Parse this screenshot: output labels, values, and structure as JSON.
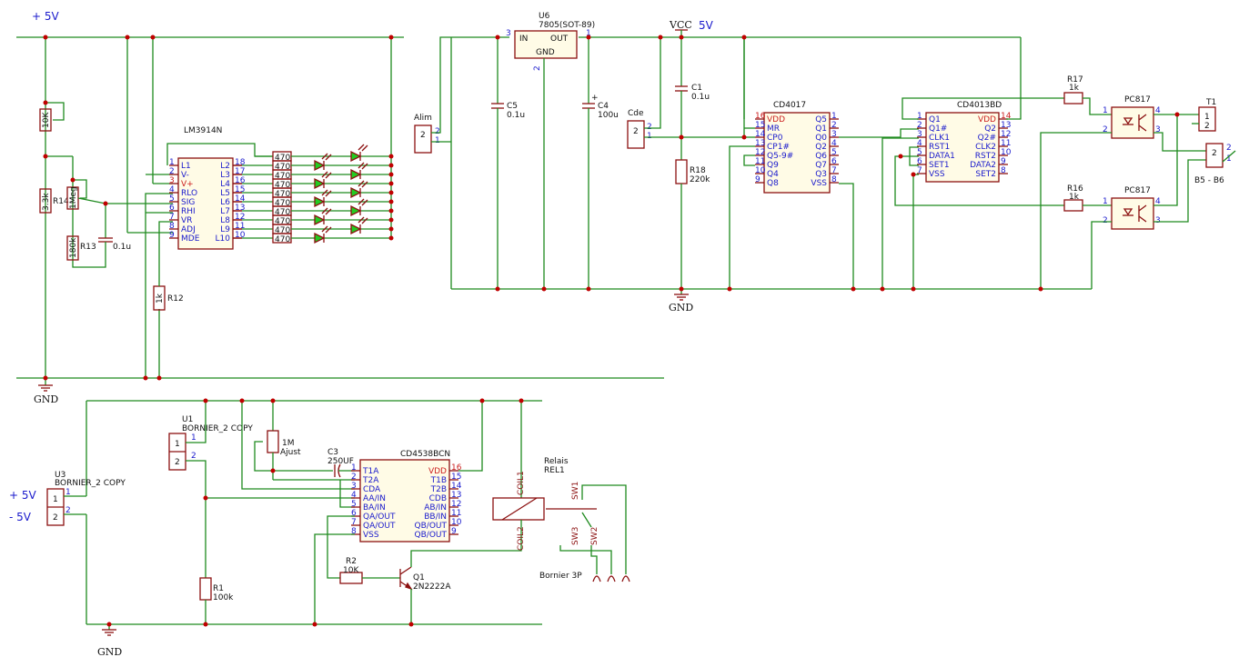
{
  "nets": {
    "plus5v": "+ 5V",
    "gnd": "GND",
    "vcc": "VCC",
    "v5": "5V",
    "rail_plus": "+ 5V",
    "rail_minus": "- 5V",
    "b5b6": "B5 - B6"
  },
  "lm3914": {
    "ref": "LM3914N",
    "left_pins": [
      {
        "num": "1",
        "name": "L1"
      },
      {
        "num": "2",
        "name": "V-"
      },
      {
        "num": "3",
        "name": "V+"
      },
      {
        "num": "4",
        "name": "RLO"
      },
      {
        "num": "5",
        "name": "SIG"
      },
      {
        "num": "6",
        "name": "RHI"
      },
      {
        "num": "7",
        "name": "VR"
      },
      {
        "num": "8",
        "name": "ADJ"
      },
      {
        "num": "9",
        "name": "MDE"
      }
    ],
    "right_pins": [
      {
        "num": "18",
        "name": "L2"
      },
      {
        "num": "17",
        "name": "L3"
      },
      {
        "num": "16",
        "name": "L4"
      },
      {
        "num": "15",
        "name": "L5"
      },
      {
        "num": "14",
        "name": "L6"
      },
      {
        "num": "13",
        "name": "L7"
      },
      {
        "num": "12",
        "name": "L8"
      },
      {
        "num": "11",
        "name": "L9"
      },
      {
        "num": "10",
        "name": "L10"
      }
    ],
    "resistor_value": "470"
  },
  "left_parts": {
    "pot_top": "10K",
    "r14_value": "3.3k",
    "r14_ref": "R14",
    "pot_mid": "1Meg",
    "r13_value": "180k",
    "r13_ref": "R13",
    "cap": "0.1u",
    "r12_value": "1k",
    "r12_ref": "R12"
  },
  "supply": {
    "u6_ref": "U6",
    "u6_value": "7805(SOT-89)",
    "in": "IN",
    "out": "OUT",
    "gnd": "GND",
    "pin_in": "3",
    "pin_out": "1",
    "pin_gnd": "2",
    "c5_ref": "C5",
    "c5_val": "0.1u",
    "c4_ref": "C4",
    "c4_val": "100u",
    "alim": "Alim",
    "cde": "Cde",
    "c1_ref": "C1",
    "c1_val": "0.1u",
    "r18_ref": "R18",
    "r18_val": "220k"
  },
  "cd4017": {
    "ref": "CD4017",
    "left_pins": [
      {
        "num": "16",
        "name": "VDD"
      },
      {
        "num": "15",
        "name": "MR"
      },
      {
        "num": "14",
        "name": "CP0"
      },
      {
        "num": "13",
        "name": "CP1#"
      },
      {
        "num": "12",
        "name": "Q5-9#"
      },
      {
        "num": "11",
        "name": "Q9"
      },
      {
        "num": "10",
        "name": "Q4"
      },
      {
        "num": "9",
        "name": "Q8"
      }
    ],
    "right_pins": [
      {
        "num": "1",
        "name": "Q5"
      },
      {
        "num": "2",
        "name": "Q1"
      },
      {
        "num": "3",
        "name": "Q0"
      },
      {
        "num": "4",
        "name": "Q2"
      },
      {
        "num": "5",
        "name": "Q6"
      },
      {
        "num": "6",
        "name": "Q7"
      },
      {
        "num": "7",
        "name": "Q3"
      },
      {
        "num": "8",
        "name": "VSS"
      }
    ]
  },
  "cd4013": {
    "ref": "CD4013BD",
    "left_pins": [
      {
        "num": "1",
        "name": "Q1"
      },
      {
        "num": "2",
        "name": "Q1#"
      },
      {
        "num": "3",
        "name": "CLK1"
      },
      {
        "num": "4",
        "name": "RST1"
      },
      {
        "num": "5",
        "name": "DATA1"
      },
      {
        "num": "6",
        "name": "SET1"
      },
      {
        "num": "7",
        "name": "VSS"
      }
    ],
    "right_pins": [
      {
        "num": "14",
        "name": "VDD"
      },
      {
        "num": "13",
        "name": "Q2"
      },
      {
        "num": "12",
        "name": "Q2#"
      },
      {
        "num": "11",
        "name": "CLK2"
      },
      {
        "num": "10",
        "name": "RST2"
      },
      {
        "num": "9",
        "name": "DATA2"
      },
      {
        "num": "8",
        "name": "SET2"
      }
    ]
  },
  "opto": {
    "r17_ref": "R17",
    "r17_val": "1k",
    "r16_ref": "R16",
    "r16_val": "1k",
    "pc": "PC817",
    "t1": "T1",
    "p1": "1",
    "p2": "2",
    "p3": "3",
    "p4": "4"
  },
  "timer": {
    "u1_ref": "U1",
    "u1_val": "BORNIER_2 COPY",
    "u3_ref": "U3",
    "u3_val": "BORNIER_2 COPY",
    "pot_val": "1M",
    "pot_name": "Ajust",
    "c3_ref": "C3",
    "c3_val": "250UF",
    "ic_ref": "CD4538BCN",
    "left_pins": [
      {
        "num": "1",
        "name": "T1A"
      },
      {
        "num": "2",
        "name": "T2A"
      },
      {
        "num": "3",
        "name": "CDA"
      },
      {
        "num": "4",
        "name": "AA/IN"
      },
      {
        "num": "5",
        "name": "BA/IN"
      },
      {
        "num": "6",
        "name": "QA/OUT"
      },
      {
        "num": "7",
        "name": "QA/OUT"
      },
      {
        "num": "8",
        "name": "VSS"
      }
    ],
    "right_pins": [
      {
        "num": "16",
        "name": "VDD"
      },
      {
        "num": "15",
        "name": "T1B"
      },
      {
        "num": "14",
        "name": "T2B"
      },
      {
        "num": "13",
        "name": "CDB"
      },
      {
        "num": "12",
        "name": "AB/IN"
      },
      {
        "num": "11",
        "name": "BB/IN"
      },
      {
        "num": "10",
        "name": "QB/OUT"
      },
      {
        "num": "9",
        "name": "QB/OUT"
      }
    ],
    "r1_ref": "R1",
    "r1_val": "100k",
    "r2_ref": "R2",
    "r2_val": "10K",
    "q1_ref": "Q1",
    "q1_val": "2N2222A",
    "relay_name": "Relais",
    "relay_ref": "REL1",
    "coil1": "COIL1",
    "coil2": "COIL2",
    "sw1": "SW1",
    "sw2": "SW2",
    "sw3": "SW3",
    "bornier": "Bornier 3P"
  }
}
